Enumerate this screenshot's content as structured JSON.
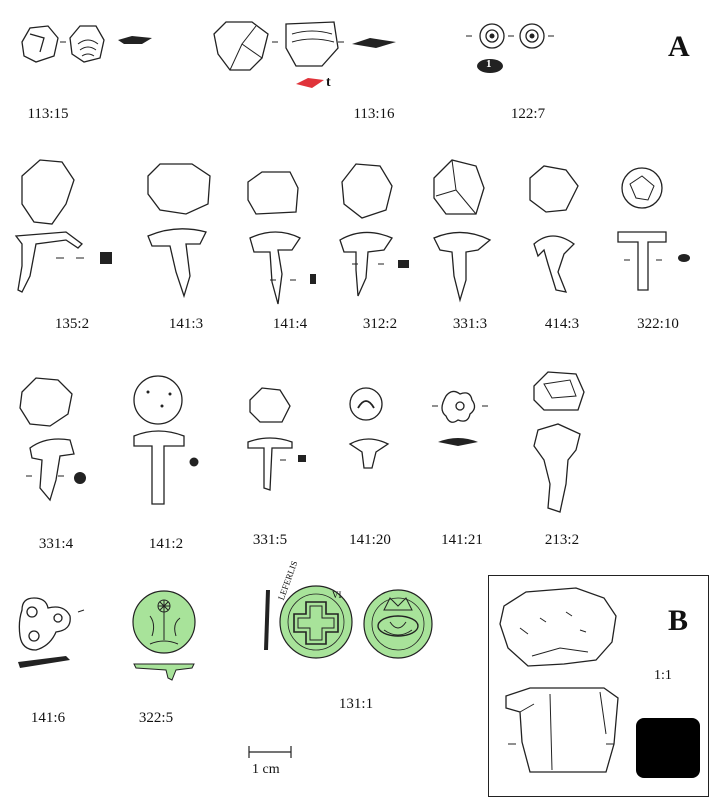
{
  "panels": {
    "a": "A",
    "b": "B"
  },
  "labels": {
    "f113_15": "113:15",
    "f113_16": "113:16",
    "f122_7": "122:7",
    "f135_2": "135:2",
    "f141_3": "141:3",
    "f141_4": "141:4",
    "f312_2": "312:2",
    "f331_3": "331:3",
    "f414_3": "414:3",
    "f322_10": "322:10",
    "f331_4": "331:4",
    "f141_2": "141:2",
    "f331_5": "331:5",
    "f141_20": "141:20",
    "f141_21": "141:21",
    "f213_2": "213:2",
    "f141_6": "141:6",
    "f322_5": "322:5",
    "f131_1": "131:1"
  },
  "annotations": {
    "t_mark": "t",
    "cross_section_mark": "1"
  },
  "coin_legend": {
    "obverse_fragment": "LEFERLIS",
    "reverse_fragment": "VI"
  },
  "scale": {
    "bar_label": "1 cm",
    "panel_b_ratio": "1:1"
  },
  "colors": {
    "ink": "#222222",
    "highlight_red": "#e0333a",
    "patina_green": "#a8e39a",
    "paper": "#ffffff"
  }
}
